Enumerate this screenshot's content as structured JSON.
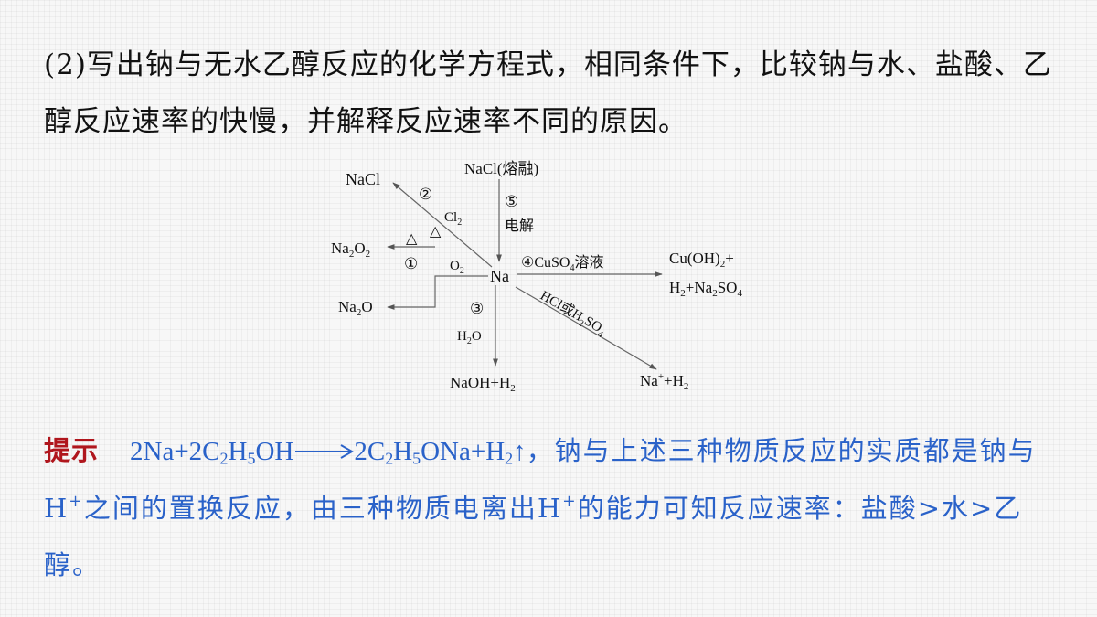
{
  "question": {
    "text": "(2)写出钠与无水乙醇反应的化学方程式，相同条件下，比较钠与水、盐酸、乙醇反应速率的快慢，并解释反应速率不同的原因。"
  },
  "diagram": {
    "center": "Na",
    "top_reactant": "NaCl(熔融)",
    "step5_num": "⑤",
    "step5_cond": "电解",
    "nacl_product": "NaCl",
    "step2_num": "②",
    "step2_reagent_main": "Cl",
    "step2_reagent_sub": "2",
    "heat1": "△",
    "heat2": "△",
    "na2o2_a": "Na",
    "na2o2_b": "2",
    "na2o2_c": "O",
    "na2o2_d": "2",
    "step1_num": "①",
    "o2_main": "O",
    "o2_sub": "2",
    "na2o_a": "Na",
    "na2o_b": "2",
    "na2o_c": "O",
    "step3_num": "③",
    "h2o_a": "H",
    "h2o_b": "2",
    "h2o_c": "O",
    "naoh_a": "NaOH+H",
    "naoh_b": "2",
    "step4_num": "④",
    "step4_a": "CuSO",
    "step4_b": "4",
    "step4_c": "溶液",
    "cuoh_a": "Cu(OH)",
    "cuoh_b": "2",
    "cuoh_c": "+",
    "h2na_a": "H",
    "h2na_b": "2",
    "h2na_c": "+Na",
    "h2na_d": "2",
    "h2na_e": "SO",
    "h2na_f": "4",
    "acid_a": "HCl或H",
    "acid_b": "2",
    "acid_c": "SO",
    "acid_d": "4",
    "naplus_a": "Na",
    "naplus_b": "+",
    "naplus_c": "+H",
    "naplus_d": "2"
  },
  "hint": {
    "label": "提示",
    "eq": {
      "p1": "2Na+2C",
      "s1": "2",
      "p2": "H",
      "s2": "5",
      "p3": "OH",
      "p4": "2C",
      "s3": "2",
      "p5": "H",
      "s4": "5",
      "p6": "ONa+H",
      "s5": "2",
      "p7": "↑"
    },
    "text1": "，钠与上述三种物质反应的实质都是钠与H",
    "sup1": "+",
    "text2": "之间的置换反应，由三种物质电离出H",
    "sup2": "+",
    "text3": "的能力可知反应速率：盐酸>水>乙醇。"
  }
}
